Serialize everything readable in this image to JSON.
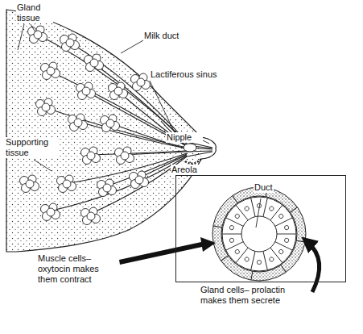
{
  "diagram": {
    "nodes": [
      {
        "text": [
          "Duct"
        ]
      }
    ],
    "labels": [
      "Gland tissue",
      "Milk duct",
      "Lactiferous sinus",
      "Supporting tissue",
      "Nipple",
      "Areola",
      "Muscle cells– oxytocin makes them contract",
      "Gland cells– prolactin makes them secrete"
    ]
  }
}
